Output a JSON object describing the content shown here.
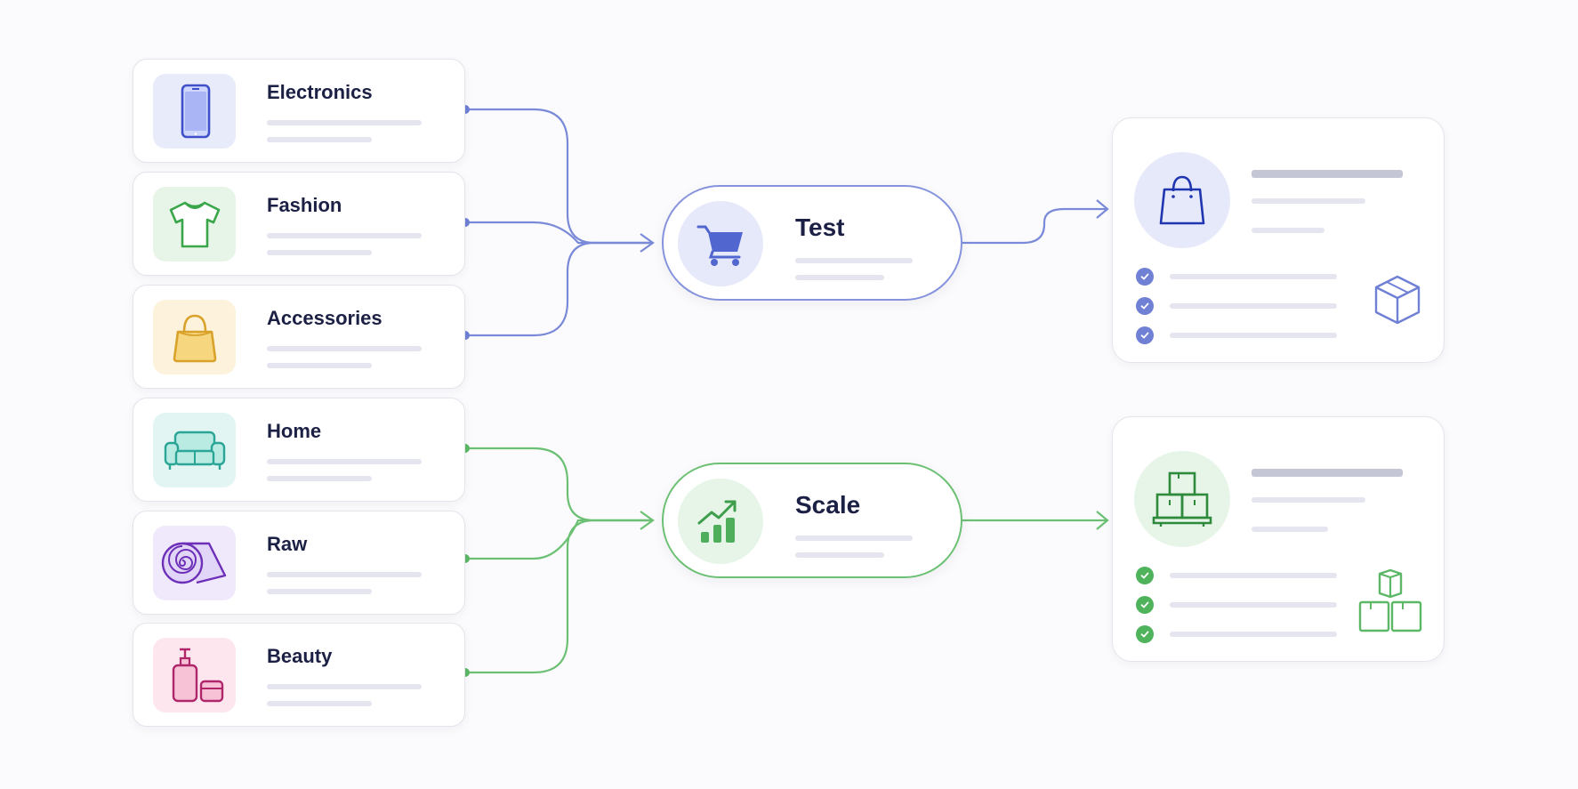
{
  "categories": [
    {
      "label": "Electronics",
      "icon": "smartphone-icon",
      "tile_color": "#e8ebfa",
      "icon_color": "#3f51c9"
    },
    {
      "label": "Fashion",
      "icon": "tshirt-icon",
      "tile_color": "#e7f5e8",
      "icon_color": "#3aa64a"
    },
    {
      "label": "Accessories",
      "icon": "handbag-icon",
      "tile_color": "#fdf3dc",
      "icon_color": "#d9a22a"
    },
    {
      "label": "Home",
      "icon": "sofa-icon",
      "tile_color": "#e2f5f2",
      "icon_color": "#2aa596"
    },
    {
      "label": "Raw",
      "icon": "fabric-roll-icon",
      "tile_color": "#efe9fb",
      "icon_color": "#6d2fb8"
    },
    {
      "label": "Beauty",
      "icon": "cosmetics-icon",
      "tile_color": "#fde6ee",
      "icon_color": "#b0266a"
    }
  ],
  "stages": {
    "test": {
      "label": "Test",
      "icon": "shopping-cart-icon",
      "color": "#7484d6",
      "tint": "#e6e9fa"
    },
    "scale": {
      "label": "Scale",
      "icon": "growth-chart-icon",
      "color": "#62bb6c",
      "tint": "#e6f5e7"
    }
  },
  "outputs": {
    "test": {
      "icon": "shopping-bag-icon",
      "badge_icon": "package-icon",
      "color": "#7484d6",
      "tint": "#e6e9fa"
    },
    "scale": {
      "icon": "stacked-boxes-icon",
      "badge_icon": "boxes-icon",
      "color": "#4fae5c",
      "tint": "#e6f5e7"
    }
  },
  "colors": {
    "blue_flow": "#7484d6",
    "green_flow": "#62bb6c"
  }
}
